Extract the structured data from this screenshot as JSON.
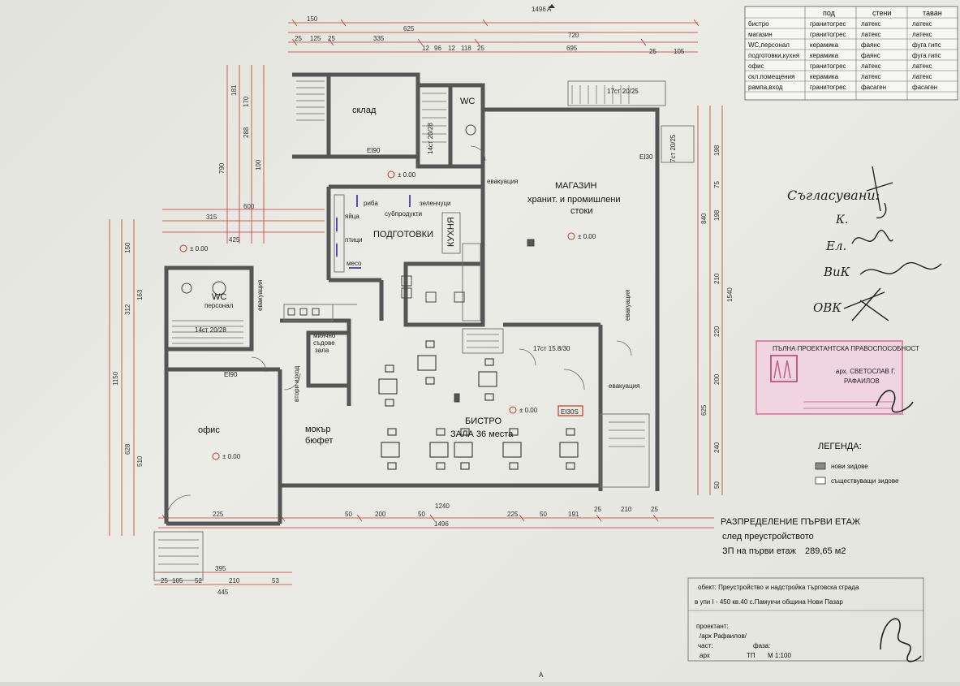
{
  "marker_a": "А",
  "finish_table": {
    "columns": [
      "",
      "под",
      "стени",
      "таван"
    ],
    "rows": [
      [
        "бистро",
        "гранитогрес",
        "латекс",
        "латекс"
      ],
      [
        "магазин",
        "гранитогрес",
        "латекс",
        "латекс"
      ],
      [
        "WC,персонал",
        "керамика",
        "фаянс",
        "фуга гипс"
      ],
      [
        "подготовки,кухня",
        "керамика",
        "фаянс",
        "фуга гипс"
      ],
      [
        "офис",
        "гранитогрес",
        "латекс",
        "латекс"
      ],
      [
        "скл.помещения",
        "керамика",
        "латекс",
        "латекс"
      ],
      [
        "рампа,вход",
        "гранитогрес",
        "фасаген",
        "фасаген"
      ]
    ]
  },
  "rooms": {
    "sklad": "склад",
    "wc_top": "WC",
    "magazin": "МАГАЗИН",
    "magazin_sub1": "хранит. и промишлени",
    "magazin_sub2": "стоки",
    "podgotovki": "ПОДГОТОВКИ",
    "kuhnya": "КУХНЯ",
    "riba": "риба",
    "zelenchutsi": "зеленчуци",
    "subprodukti": "субпродукти",
    "yaytsa": "яйца",
    "ptitsi": "птици",
    "meso": "месо",
    "wc_left": "WC",
    "personal": "персонал",
    "stairs_left": "14ст 20/28",
    "stairs_top": "14ст 20/28",
    "stairs_mid": "17ст 15.8/30",
    "stairs_tr": "17ст 20/25",
    "stairs_right": "7ст 20/25",
    "myalno1": "миячно",
    "myalno2": "съдове",
    "myalno3": "зала",
    "ofis": "офис",
    "mokar1": "мокър",
    "mokar2": "бюфет",
    "bistro1": "БИСТРО",
    "bistro2": "ЗАЛА 36 места",
    "evak1": "евакуация",
    "evak2": "евакуация",
    "evak3": "евакуация",
    "evak4": "евакуация",
    "vtori": "втори изход",
    "level": "± 0.00"
  },
  "dims_top": [
    "150",
    "625",
    "1496",
    "720",
    "25",
    "125",
    "25",
    "335",
    "12",
    "96",
    "12",
    "118",
    "25",
    "695",
    "25",
    "105"
  ],
  "dims_bottom": [
    "225",
    "50",
    "200",
    "50",
    "225",
    "50",
    "191",
    "25",
    "210",
    "25",
    "1240",
    "1496",
    "395",
    "25",
    "105",
    "52",
    "210",
    "53",
    "445"
  ],
  "dims_left": [
    "790",
    "181",
    "170",
    "288",
    "100",
    "425",
    "600",
    "315",
    "150",
    "312",
    "163",
    "1150",
    "628",
    "510"
  ],
  "dims_right": [
    "198",
    "75",
    "840",
    "198",
    "210",
    "1540",
    "220",
    "200",
    "625",
    "240",
    "50"
  ],
  "handwriting": {
    "line1": "Съгласувани:",
    "line2": "Ел.",
    "line3": "ВиК",
    "line4": "ОВК"
  },
  "legend": {
    "title": "ЛЕГЕНДА:",
    "new_walls": "нови зидове",
    "existing_walls": "съществуващи зидове",
    "new_color": "#8a8a8a",
    "existing_color": "#ffffff"
  },
  "caption": {
    "title": "РАЗПРЕДЕЛЕНИЕ ПЪРВИ ЕТАЖ",
    "subtitle": "след преустройството",
    "area_label": "ЗП на първи етаж",
    "area_value": "289,65 м2"
  },
  "title_block": {
    "object_line1": "обект: Преустройство и надстройка  търговска сграда",
    "object_line2": "в упи I - 450  кв.40   с.Памукчи община Нови Пазар",
    "designer_label": "проектант:",
    "designer_name": "/арх Рафаилов/",
    "part_label": "част:",
    "part_value": "арх",
    "phase_label": "фаза:",
    "phase_value": "ТП",
    "scale": "М 1:100"
  },
  "stamp": {
    "line1": "ПЪЛНА ПРОЕКТАНТСКА ПРАВОСПОСОБНОСТ",
    "line2": "арх. СВЕТОСЛАВ Г.",
    "line3": "РАФАИЛОВ"
  },
  "colors": {
    "wall": "#555555",
    "dim_line": "#c0392b",
    "stamp": "#d88aa8",
    "purple": "#5a4fb0"
  }
}
